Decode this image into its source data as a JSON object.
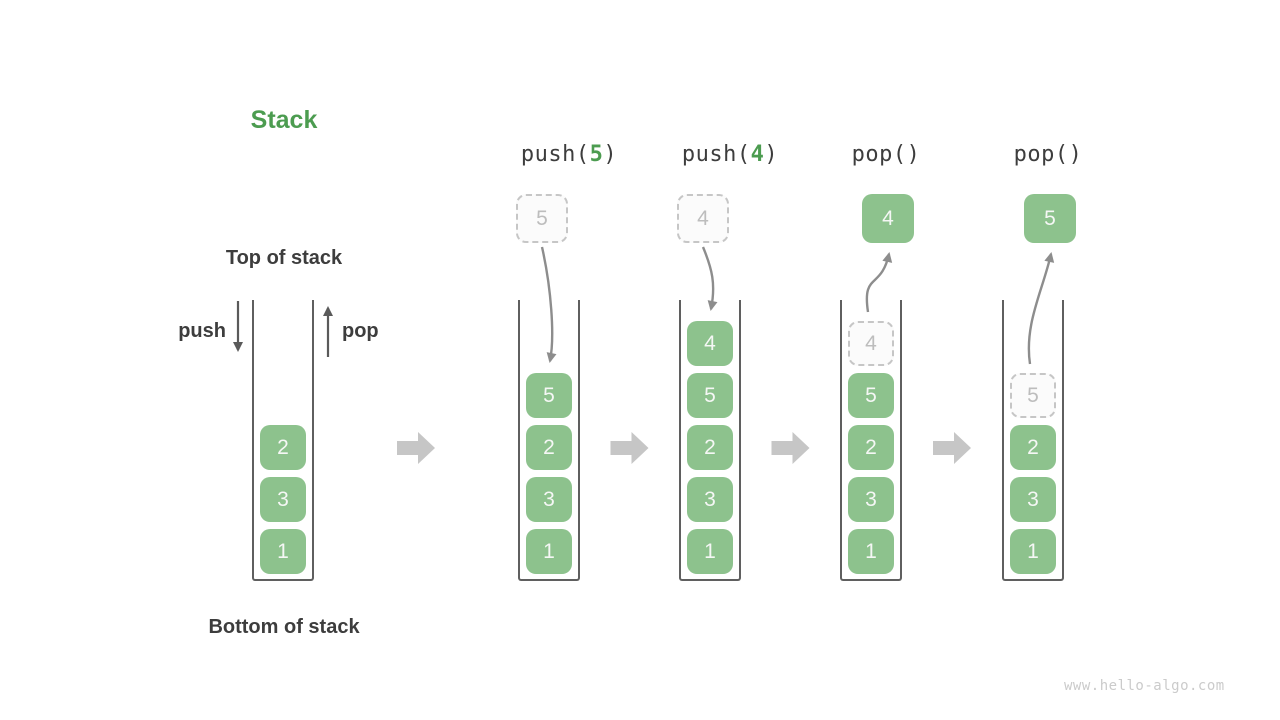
{
  "title": "Stack",
  "watermark": "www.hello-algo.com",
  "labels": {
    "top_of_stack": "Top of stack",
    "bottom_of_stack": "Bottom of stack",
    "push": "push",
    "pop": "pop"
  },
  "colors": {
    "green_accent": "#4c9c50",
    "box_fill": "#8dc28d",
    "box_text": "#f5f7f5",
    "dashed_border": "#c6c6c6",
    "dashed_fill": "#fbfbfb",
    "dashed_text": "#bdbdbd",
    "flow_arrow": "#8d8d8d",
    "block_arrow": "#c6c6c6",
    "dark_text": "#3d3d3d",
    "container_wall": "#5f5f5f",
    "watermark": "#cbcbcb",
    "background": "#ffffff"
  },
  "columns": [
    {
      "name": "stack-initial",
      "header": null,
      "above": null,
      "arrow": null,
      "cells": [
        {
          "value": "2",
          "type": "solid"
        },
        {
          "value": "3",
          "type": "solid"
        },
        {
          "value": "1",
          "type": "solid"
        }
      ]
    },
    {
      "name": "stack-after-push-5",
      "header": {
        "text_before": "push(",
        "highlight": "5",
        "text_after": ")"
      },
      "above": {
        "value": "5",
        "type": "dashed"
      },
      "arrow": "in",
      "cells": [
        {
          "value": "5",
          "type": "solid"
        },
        {
          "value": "2",
          "type": "solid"
        },
        {
          "value": "3",
          "type": "solid"
        },
        {
          "value": "1",
          "type": "solid"
        }
      ]
    },
    {
      "name": "stack-after-push-4",
      "header": {
        "text_before": "push(",
        "highlight": "4",
        "text_after": ")"
      },
      "above": {
        "value": "4",
        "type": "dashed"
      },
      "arrow": "in",
      "cells": [
        {
          "value": "4",
          "type": "solid"
        },
        {
          "value": "5",
          "type": "solid"
        },
        {
          "value": "2",
          "type": "solid"
        },
        {
          "value": "3",
          "type": "solid"
        },
        {
          "value": "1",
          "type": "solid"
        }
      ]
    },
    {
      "name": "stack-after-pop-4",
      "header": {
        "text_before": "pop(",
        "highlight": "",
        "text_after": ")"
      },
      "above": {
        "value": "4",
        "type": "solid"
      },
      "arrow": "out",
      "cells": [
        {
          "value": "4",
          "type": "dashed"
        },
        {
          "value": "5",
          "type": "solid"
        },
        {
          "value": "2",
          "type": "solid"
        },
        {
          "value": "3",
          "type": "solid"
        },
        {
          "value": "1",
          "type": "solid"
        }
      ]
    },
    {
      "name": "stack-after-pop-5",
      "header": {
        "text_before": "pop(",
        "highlight": "",
        "text_after": ")"
      },
      "above": {
        "value": "5",
        "type": "solid"
      },
      "arrow": "out",
      "cells": [
        {
          "value": "5",
          "type": "dashed"
        },
        {
          "value": "2",
          "type": "solid"
        },
        {
          "value": "3",
          "type": "solid"
        },
        {
          "value": "1",
          "type": "solid"
        }
      ]
    }
  ]
}
